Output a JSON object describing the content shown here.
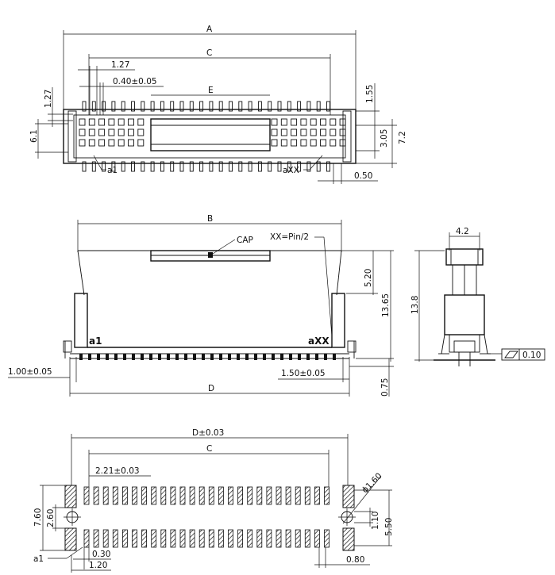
{
  "top_view": {
    "dim_A": "A",
    "dim_C": "C",
    "dim_E": "E",
    "dim_pitch": "1.27",
    "dim_pin_width": "0.40±0.05",
    "dim_left_1_27": "1.27",
    "dim_6_1": "6.1",
    "dim_1_55": "1.55",
    "dim_3_05": "3.05",
    "dim_7_2": "7.2",
    "dim_0_50": "0.50",
    "label_a1": "a1",
    "label_axx": "aXX"
  },
  "front_view": {
    "dim_B": "B",
    "label_cap": "CAP",
    "label_xx": "XX=Pin/2",
    "dim_5_20": "5.20",
    "dim_13_65": "13.65",
    "dim_0_75": "0.75",
    "dim_left": "1.00±0.05",
    "dim_right": "1.50±0.05",
    "dim_D": "D",
    "label_a1": "a1",
    "label_axx": "aXX"
  },
  "side_view": {
    "dim_4_2": "4.2",
    "dim_13_8": "13.8",
    "flatness": "0.10"
  },
  "footprint_view": {
    "dim_D": "D±0.03",
    "dim_C": "C",
    "dim_2_21": "2.21±0.03",
    "dim_hole": "ϕ1.60",
    "dim_7_60": "7.60",
    "dim_2_60": "2.60",
    "dim_1_10": "1.10",
    "dim_5_50": "5.50",
    "dim_0_30": "0.30",
    "dim_1_20": "1.20",
    "dim_0_80": "0.80",
    "label_a1": "a1"
  }
}
